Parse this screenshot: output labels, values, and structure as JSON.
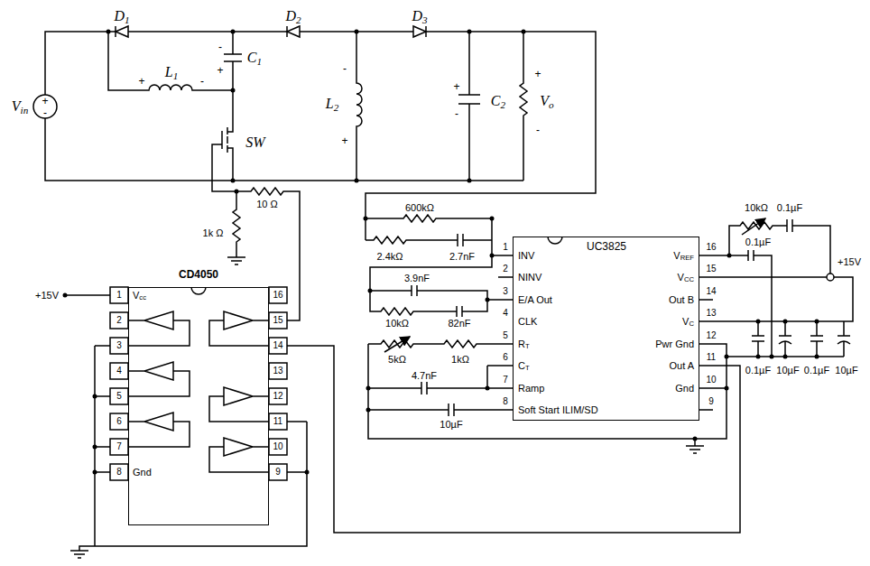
{
  "diagram": {
    "nodes": [
      {
        "text": [
          "UC3825"
        ]
      },
      {
        "text": [
          "CD4050"
        ]
      }
    ],
    "edges": [
      {
        "from": 0,
        "to": 1,
        "arrow": "none"
      }
    ],
    "labels": [
      "Vin",
      "+",
      "-",
      "D1",
      "D2",
      "D3",
      "C1",
      "-",
      "+",
      "L1",
      "+",
      "-",
      "SW",
      "L2",
      "-",
      "+",
      "C2",
      "+",
      "-",
      "Vo",
      "+",
      "-",
      "10 Ω",
      "1k Ω",
      "600kΩ",
      "2.4kΩ",
      "2.7nF",
      "3.9nF",
      "10kΩ",
      "82nF",
      "5kΩ",
      "1kΩ",
      "4.7nF",
      "10µF",
      "10kΩ",
      "0.1µF",
      "0.1µF",
      "+15V",
      "0.1µF",
      "10µF",
      "0.1µF",
      "10µF",
      "+15V",
      "1",
      "2",
      "3",
      "4",
      "5",
      "6",
      "7",
      "8",
      "9",
      "10",
      "11",
      "12",
      "13",
      "14",
      "15",
      "16",
      "Vcc",
      "Gnd",
      "INV",
      "NINV",
      "E/A Out",
      "CLK",
      "RT",
      "CT",
      "Ramp",
      "Soft Start ILIM/SD",
      "VREF",
      "VCC",
      "Out B",
      "VC",
      "Pwr Gnd",
      "Out A",
      "Gnd",
      "1",
      "2",
      "3",
      "4",
      "5",
      "6",
      "7",
      "8",
      "16",
      "15",
      "14",
      "13",
      "12",
      "11",
      "10",
      "9"
    ]
  }
}
